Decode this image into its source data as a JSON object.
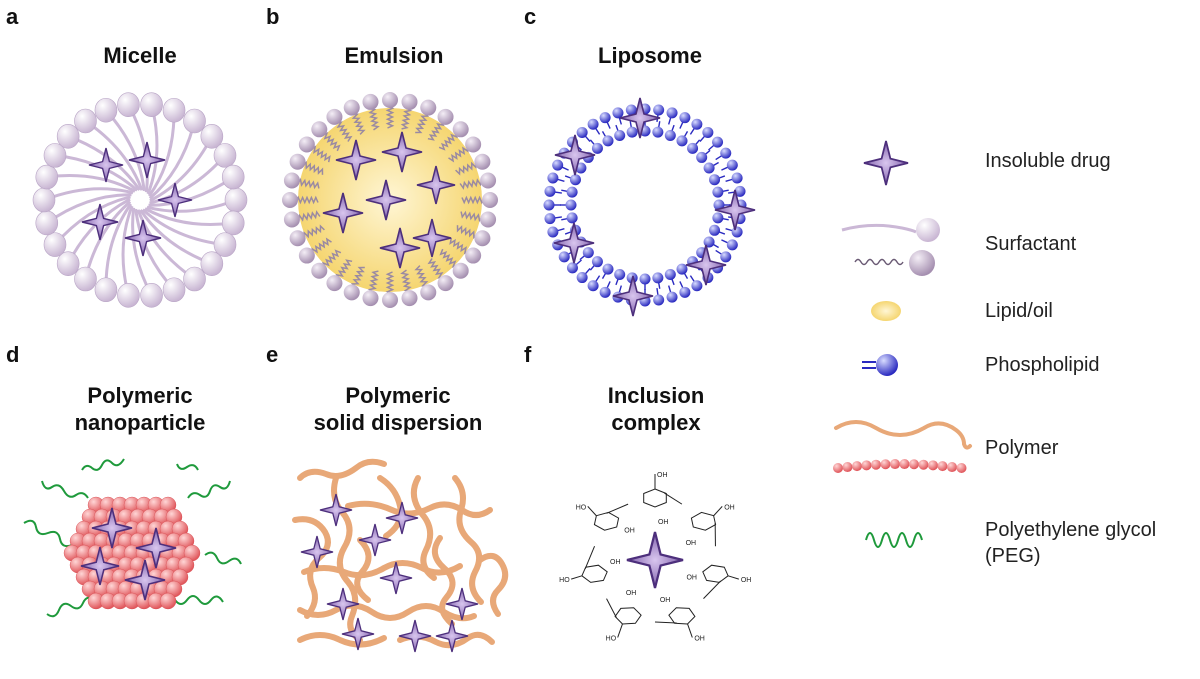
{
  "panels": [
    {
      "letter": "a",
      "title": "Micelle"
    },
    {
      "letter": "b",
      "title": "Emulsion"
    },
    {
      "letter": "c",
      "title": "Liposome"
    },
    {
      "letter": "d",
      "title_line1": "Polymeric",
      "title_line2": "nanoparticle"
    },
    {
      "letter": "e",
      "title_line1": "Polymeric",
      "title_line2": "solid dispersion"
    },
    {
      "letter": "f",
      "title_line1": "Inclusion",
      "title_line2": "complex"
    }
  ],
  "legend": [
    {
      "label": "Insoluble drug",
      "icon": "star-icon"
    },
    {
      "label": "Surfactant",
      "icon": "surfactant-icon"
    },
    {
      "label": "Lipid/oil",
      "icon": "oil-droplet-icon"
    },
    {
      "label": "Phospholipid",
      "icon": "phospholipid-icon"
    },
    {
      "label": "Polymer",
      "icon": "polymer-icon"
    },
    {
      "label_line1": "Polyethylene glycol",
      "label_line2": "(PEG)",
      "icon": "peg-icon"
    }
  ],
  "cyclodextrin_labels": {
    "hydroxyl": "OH",
    "hydroxyl_left": "HO"
  },
  "colors": {
    "drug": "#7b5aa6",
    "drug_edge": "#4d2f7c",
    "micelle_head": "#ddd0e4",
    "oil": "#f5d774",
    "phospholipid": "#3333cc",
    "polymer": "#e8a878",
    "nanoparticle": "#ee6b6e",
    "peg": "#1f9a3c"
  }
}
